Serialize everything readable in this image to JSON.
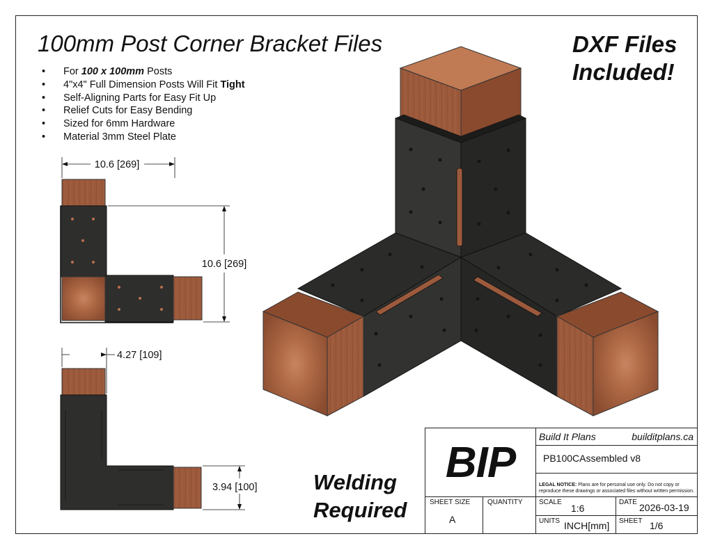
{
  "title": "100mm Post Corner Bracket Files",
  "dxf_note": [
    "DXF Files",
    "Included!"
  ],
  "bullets": [
    [
      {
        "t": "For "
      },
      {
        "t": "100 x 100mm",
        "b": true,
        "i": true
      },
      {
        "t": " Posts"
      }
    ],
    [
      {
        "t": "4\"x4\" Full Dimension Posts Will Fit "
      },
      {
        "t": "Tight",
        "b": true
      }
    ],
    [
      {
        "t": "Self-Aligning Parts for Easy Fit Up"
      }
    ],
    [
      {
        "t": "Relief Cuts for Easy Bending"
      }
    ],
    [
      {
        "t": "Sized for 6mm Hardware"
      }
    ],
    [
      {
        "t": "Material 3mm Steel Plate"
      }
    ]
  ],
  "dimensions": {
    "top_width": "10.6 [269]",
    "top_height": "10.6 [269]",
    "side_width": "4.27 [109]",
    "side_height": "3.94 [100]"
  },
  "welding_note": [
    "Welding",
    "Required"
  ],
  "title_block": {
    "logo": "BIP",
    "company": "Build It Plans",
    "website": "builditplans.ca",
    "part_name": "PB100CAssembled v8",
    "legal_label": "LEGAL NOTICE:",
    "legal_text": "Plans are for personal use only. Do not copy or reproduce these drawings or associated files without written permission.",
    "sheet_size_label": "SHEET SIZE",
    "sheet_size": "A",
    "quantity_label": "QUANTITY",
    "quantity": "",
    "scale_label": "SCALE",
    "scale": "1:6",
    "date_label": "DATE",
    "date": "2026-03-19",
    "units_label": "UNITS",
    "units": "INCH[mm]",
    "sheet_label": "SHEET",
    "sheet": "1/6"
  },
  "colors": {
    "wood": "#9c5a3c",
    "wood_dark": "#7d4128",
    "wood_end": "#b7704c",
    "steel": "#2e2e2c",
    "steel_dark": "#1f1f1e",
    "steel_light": "#3d3d3a"
  }
}
